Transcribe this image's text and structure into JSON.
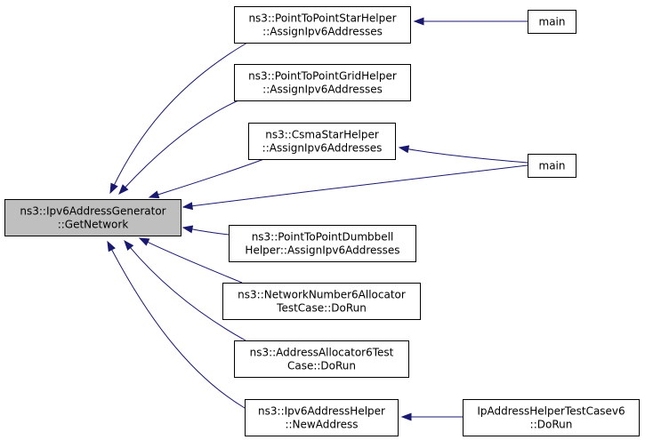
{
  "diagram": {
    "type": "doxygen-caller-graph",
    "colors": {
      "edge": "#191970",
      "root_fill": "#bfbfbf",
      "node_fill": "#ffffff",
      "border": "#000000"
    },
    "nodes": [
      {
        "id": "root",
        "lines": [
          "ns3::Ipv6AddressGenerator",
          "::GetNetwork"
        ],
        "highlighted": true
      },
      {
        "id": "star",
        "lines": [
          "ns3::PointToPointStarHelper",
          "::AssignIpv6Addresses"
        ]
      },
      {
        "id": "grid",
        "lines": [
          "ns3::PointToPointGridHelper",
          "::AssignIpv6Addresses"
        ]
      },
      {
        "id": "csma",
        "lines": [
          "ns3::CsmaStarHelper",
          "::AssignIpv6Addresses"
        ]
      },
      {
        "id": "dumbbell",
        "lines": [
          "ns3::PointToPointDumbbell",
          "Helper::AssignIpv6Addresses"
        ]
      },
      {
        "id": "nn6",
        "lines": [
          "ns3::NetworkNumber6Allocator",
          "TestCase::DoRun"
        ]
      },
      {
        "id": "aa6",
        "lines": [
          "ns3::AddressAllocator6Test",
          "Case::DoRun"
        ]
      },
      {
        "id": "newaddr",
        "lines": [
          "ns3::Ipv6AddressHelper",
          "::NewAddress"
        ]
      },
      {
        "id": "main1",
        "lines": [
          "main"
        ]
      },
      {
        "id": "main2",
        "lines": [
          "main"
        ]
      },
      {
        "id": "iphelper",
        "lines": [
          "IpAddressHelperTestCasev6",
          "::DoRun"
        ]
      }
    ],
    "edges": [
      {
        "from": "star",
        "to": "root"
      },
      {
        "from": "grid",
        "to": "root"
      },
      {
        "from": "csma",
        "to": "root"
      },
      {
        "from": "main2",
        "to": "root"
      },
      {
        "from": "dumbbell",
        "to": "root"
      },
      {
        "from": "nn6",
        "to": "root"
      },
      {
        "from": "aa6",
        "to": "root"
      },
      {
        "from": "newaddr",
        "to": "root"
      },
      {
        "from": "main1",
        "to": "star"
      },
      {
        "from": "main2",
        "to": "csma"
      },
      {
        "from": "iphelper",
        "to": "newaddr"
      }
    ]
  }
}
